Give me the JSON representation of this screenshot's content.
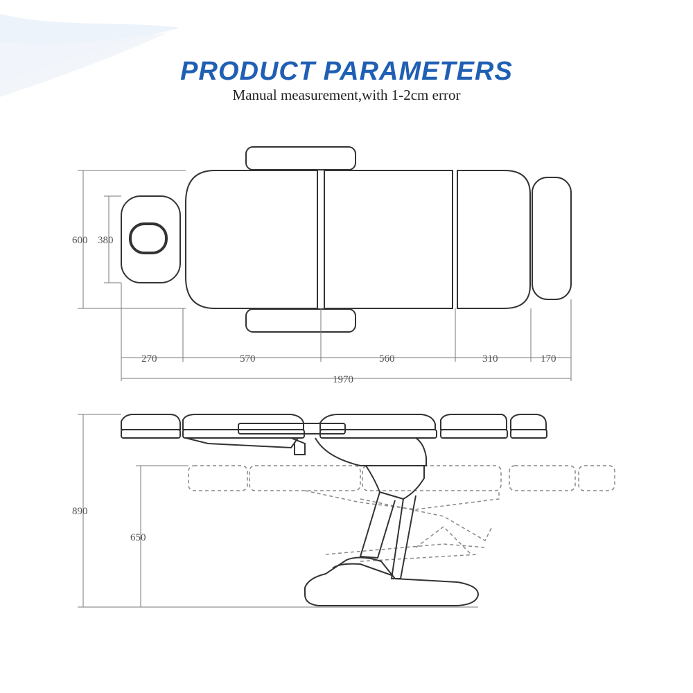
{
  "header": {
    "title": "PRODUCT PARAMETERS",
    "subtitle": "Manual measurement,with 1-2cm error"
  },
  "top_view": {
    "width_total": "600",
    "width_headrest": "380",
    "length_segments": [
      "270",
      "570",
      "560",
      "310",
      "170"
    ],
    "length_total": "1970"
  },
  "side_view": {
    "height_max": "890",
    "height_min": "650"
  },
  "colors": {
    "title": "#1f5fb4",
    "line": "#333333",
    "dim": "#777777"
  }
}
